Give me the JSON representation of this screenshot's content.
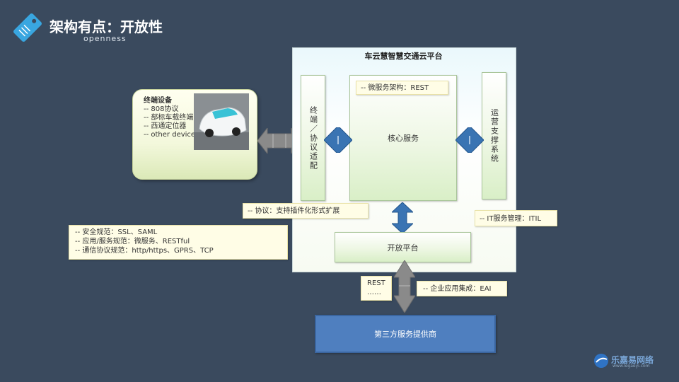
{
  "header": {
    "title": "架构有点：开放性",
    "subtitle": "openness"
  },
  "platform": {
    "title": "车云慧智慧交通云平台",
    "terminal_adapter": "终端／协议适配",
    "core_service": "核心服务",
    "core_note": "-- 微服务架构：REST",
    "ops_system": "运营支撑系统",
    "open_platform": "开放平台"
  },
  "terminal": {
    "heading": "终端设备",
    "items": [
      "-- 808协议",
      "-- 部标车载终端",
      "-- 西通定位器",
      "-- other device"
    ]
  },
  "notes": {
    "protocol": "-- 协议：支持插件化形式扩展",
    "it_service": "-- IT服务管理：ITIL",
    "specs": [
      "-- 安全规范：SSL、SAML",
      "-- 应用/服务规范：微服务、RESTful",
      "-- 通信协议规范：http/https、GPRS、TCP"
    ],
    "rest": [
      "REST",
      "……"
    ],
    "eai": "-- 企业应用集成：EAI"
  },
  "third_party": "第三方服务提供商",
  "watermark": {
    "name": "乐嘉易网络",
    "url": "www.legaeyi.com"
  },
  "colors": {
    "background": "#3a4a5e",
    "arrow_gray": "#8a8a8a",
    "arrow_blue": "#3a74b3",
    "third_party": "#4f7fbf"
  }
}
